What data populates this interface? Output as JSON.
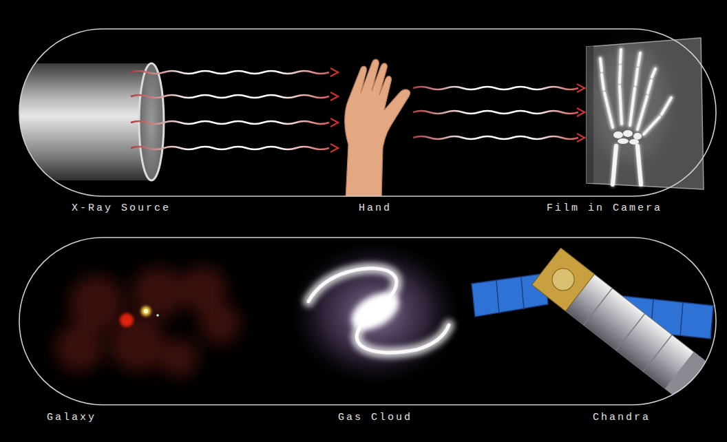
{
  "diagram": {
    "labels": [
      "X-Ray Source",
      "Hand",
      "Film in Camera",
      "Galaxy",
      "Gas Cloud",
      "Chandra"
    ]
  }
}
